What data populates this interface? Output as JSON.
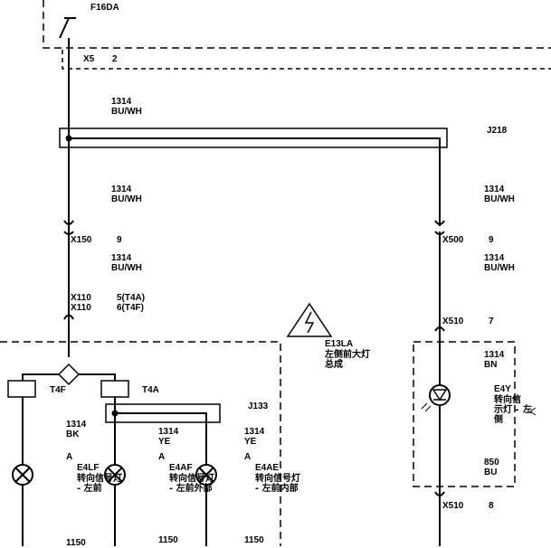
{
  "top": {
    "fuse": "F16DA",
    "connector": "X5",
    "pin": "2"
  },
  "wires": {
    "w1": {
      "num": "1314",
      "color": "BU/WH"
    },
    "w2": {
      "num": "1314",
      "color": "BU/WH"
    },
    "w3": {
      "num": "1314",
      "color": "BU/WH"
    },
    "w4": {
      "num": "1314",
      "color": "BU/WH"
    },
    "w5": {
      "num": "1314",
      "color": "BU/WH"
    },
    "w6": {
      "num": "1314",
      "color": "BN"
    },
    "w7": {
      "num": "1314",
      "color": "BK"
    },
    "w8": {
      "num": "1314",
      "color": "YE"
    },
    "w9": {
      "num": "1314",
      "color": "YE"
    },
    "w10": {
      "num": "850",
      "color": "BU"
    }
  },
  "splices": {
    "j218": "J218",
    "j133": "J133"
  },
  "connectors": {
    "x150": {
      "name": "X150",
      "pin": "9"
    },
    "x500": {
      "name": "X500",
      "pin": "9"
    },
    "x110a": {
      "name": "X110",
      "pin": "5(T4A)"
    },
    "x110b": {
      "name": "X110",
      "pin": "6(T4F)"
    },
    "x510a": {
      "name": "X510",
      "pin": "7"
    },
    "x510b": {
      "name": "X510",
      "pin": "8"
    },
    "t4f": "T4F",
    "t4a": "T4A"
  },
  "assembly": {
    "code": "E13LA",
    "line1": "左侧前大灯",
    "line2": "总成"
  },
  "lamps": {
    "e4lf": {
      "pin": "A",
      "code": "E4LF",
      "line1": "转向信号灯",
      "line2": "- 左前"
    },
    "e4af": {
      "pin": "A",
      "code": "E4AF",
      "line1": "转向信号灯",
      "line2": "- 左前外部"
    },
    "e4ae": {
      "pin": "A",
      "code": "E4AE",
      "line1": "转向信号灯",
      "line2": "- 左前内部"
    },
    "e4y": {
      "code": "E4Y",
      "line1": "转向信",
      "line2": "示灯 -",
      "line3": "侧",
      "extra": "左"
    }
  },
  "bottom": {
    "b1": "1150",
    "b2": "1150",
    "b3": "1150"
  }
}
